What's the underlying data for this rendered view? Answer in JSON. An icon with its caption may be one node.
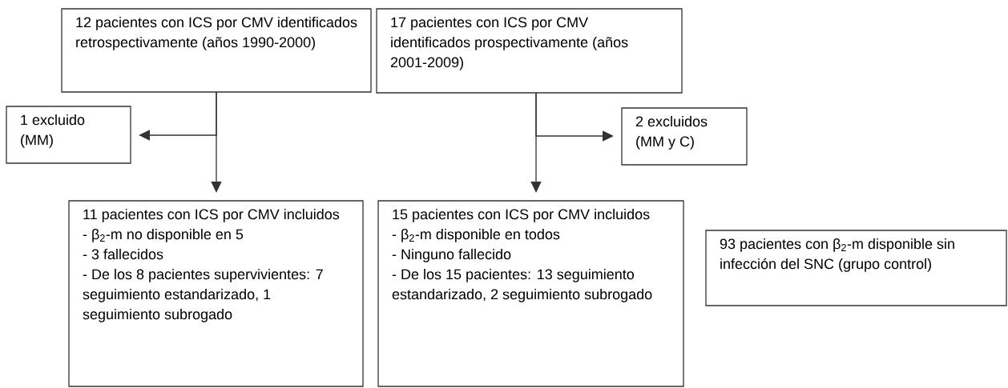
{
  "diagram": {
    "nodes": [
      {
        "text": [
          "12 pacientes con ICS por CMV identificados retrospectivamente (años 1990-2000)"
        ]
      },
      {
        "text": [
          "17 pacientes con ICS por CMV identificados prospectivamente (años 2001-2009)"
        ]
      },
      {
        "text": [
          "1 excluido (MM)"
        ]
      },
      {
        "text": [
          "2 excluidos (MM y C)"
        ]
      },
      {
        "text": [
          "11 pacientes con ICS por CMV incluidos",
          "- β$_{2}$-m no disponible en 5",
          "- 3 fallecidos",
          "- De los 8 pacientes supervivientes: 7 seguimiento estandarizado, 1 seguimiento subrogado"
        ]
      },
      {
        "text": [
          "15 pacientes con ICS por CMV incluidos",
          "- β$_{2}$-m disponible en todos",
          "- Ninguno fallecido",
          "- De los 15 pacientes: 13 seguimiento estandarizado, 2 seguimiento subrogado"
        ]
      },
      {
        "text": [
          "93 pacientes con β$_{2}$-m disponible sin infección del SNC (grupo control)"
        ]
      }
    ],
    "edges": [
      {
        "from": 0,
        "to": 2,
        "arrow": "to"
      },
      {
        "from": 0,
        "to": 4,
        "arrow": "to"
      },
      {
        "from": 1,
        "to": 3,
        "arrow": "to"
      },
      {
        "from": 1,
        "to": 5,
        "arrow": "to"
      }
    ]
  }
}
